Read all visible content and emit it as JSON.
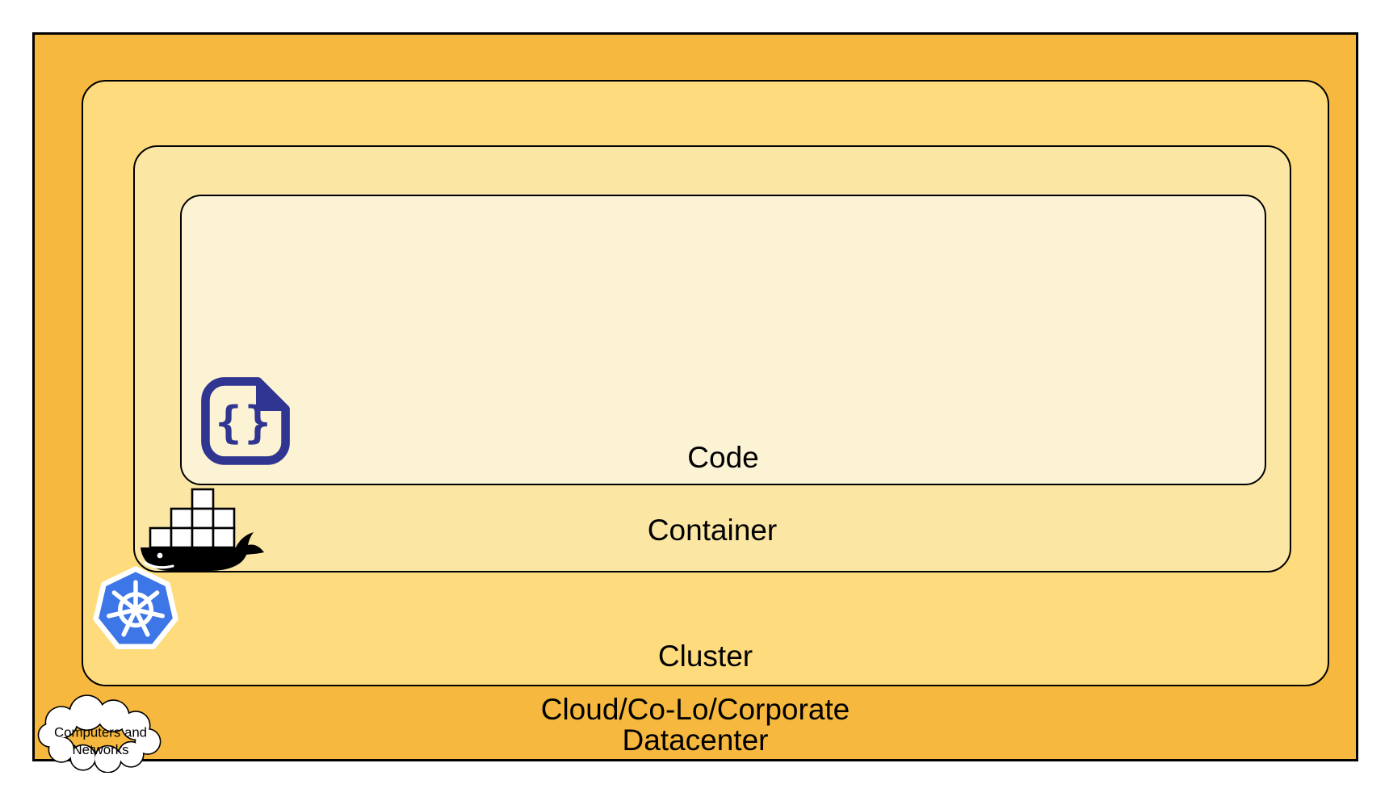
{
  "layers": {
    "code": {
      "label": "Code"
    },
    "container": {
      "label": "Container"
    },
    "cluster": {
      "label": "Cluster"
    },
    "datacenter": {
      "label_line1": "Cloud/Co-Lo/Corporate",
      "label_line2": "Datacenter"
    }
  },
  "cloud_callout": {
    "line1": "Computers and",
    "line2": "Networks"
  },
  "icons": {
    "code_file": "code-file-icon",
    "code_file_glyph": "{}",
    "docker": "docker-whale-icon",
    "kubernetes": "kubernetes-helm-icon",
    "cloud": "cloud-icon"
  },
  "colors": {
    "datacenter_fill": "#F6B83E",
    "cluster_fill": "#FEDC7D",
    "container_fill": "#FBE7A3",
    "code_fill": "#FCF3D5",
    "outline": "#000000",
    "label_color": "#000000",
    "code_icon_blue": "#2F3590",
    "kubernetes_blue": "#3D76E6",
    "docker_black": "#000000",
    "cloud_fill": "#FFFFFF"
  }
}
